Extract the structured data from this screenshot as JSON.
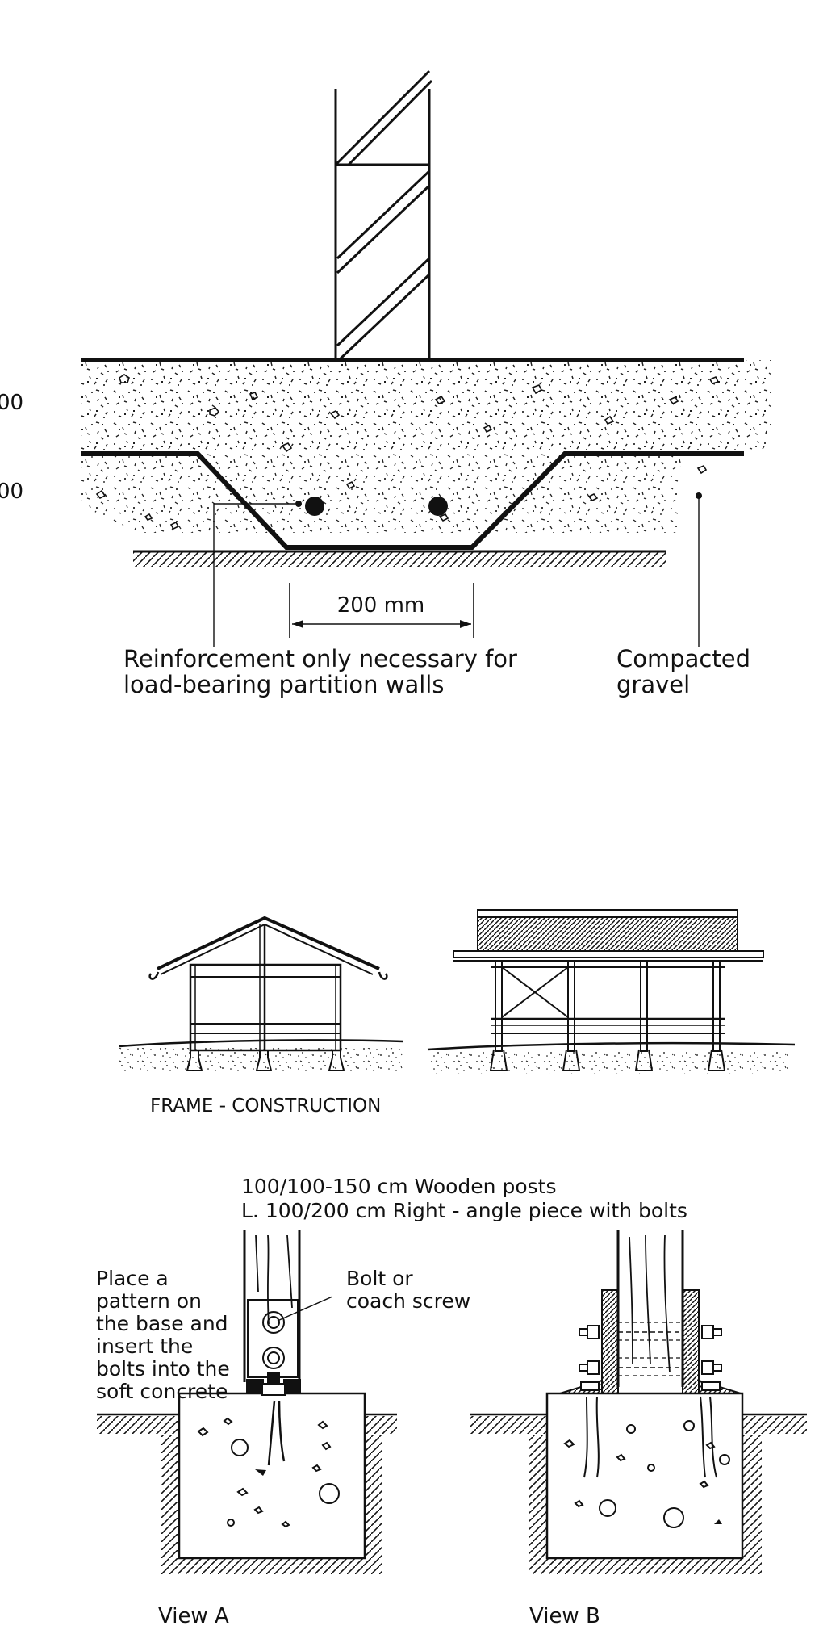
{
  "top_section": {
    "left_edge_numbers": [
      "00",
      "00"
    ],
    "dimension_label": "200 mm",
    "reinforcement_note_line1": "Reinforcement only necessary for",
    "reinforcement_note_line2": "load-bearing partition walls",
    "gravel_label_line1": "Compacted",
    "gravel_label_line2": "gravel"
  },
  "frame_section": {
    "caption": "FRAME - CONSTRUCTION"
  },
  "post_section": {
    "header_line1": "100/100-150 cm Wooden posts",
    "header_line2": "L. 100/200 cm Right - angle piece with bolts",
    "place_note": [
      "Place a",
      "pattern on",
      "the base and",
      "insert the",
      "bolts into the",
      "soft concrete"
    ],
    "bolt_note": [
      "Bolt or",
      "coach screw"
    ],
    "view_a_label": "View A",
    "view_b_label": "View B"
  }
}
